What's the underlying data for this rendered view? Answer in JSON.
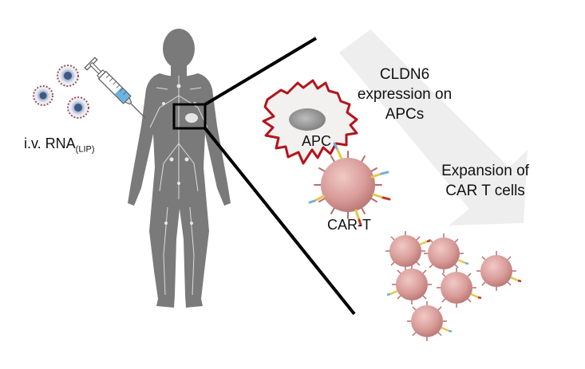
{
  "labels": {
    "rna_main": "i.v. RNA",
    "rna_sub": "(LIP)",
    "cldn6_line1": "CLDN6",
    "cldn6_line2": "expression on",
    "cldn6_line3": "APCs",
    "expansion_line1": "Expansion of",
    "expansion_line2": "CAR T cells",
    "apc": "APC",
    "car_t": "CAR-T"
  },
  "icons": {
    "syringe": "syringe-icon",
    "body": "human-body-icon",
    "lipoplex": "lipoplex-particle-icon",
    "apc": "antigen-presenting-cell-icon",
    "car_t": "car-t-cell-icon"
  },
  "colors": {
    "body": "#7a7a7a",
    "apc_outline": "#b3141c",
    "apc_fill": "#f3f0f0",
    "cell_fill": "#d49896",
    "cell_spike": "#b46e6d",
    "arrow": "#eeeeee",
    "syringe_fluid": "#6cb4e0",
    "lines": "#000000"
  }
}
